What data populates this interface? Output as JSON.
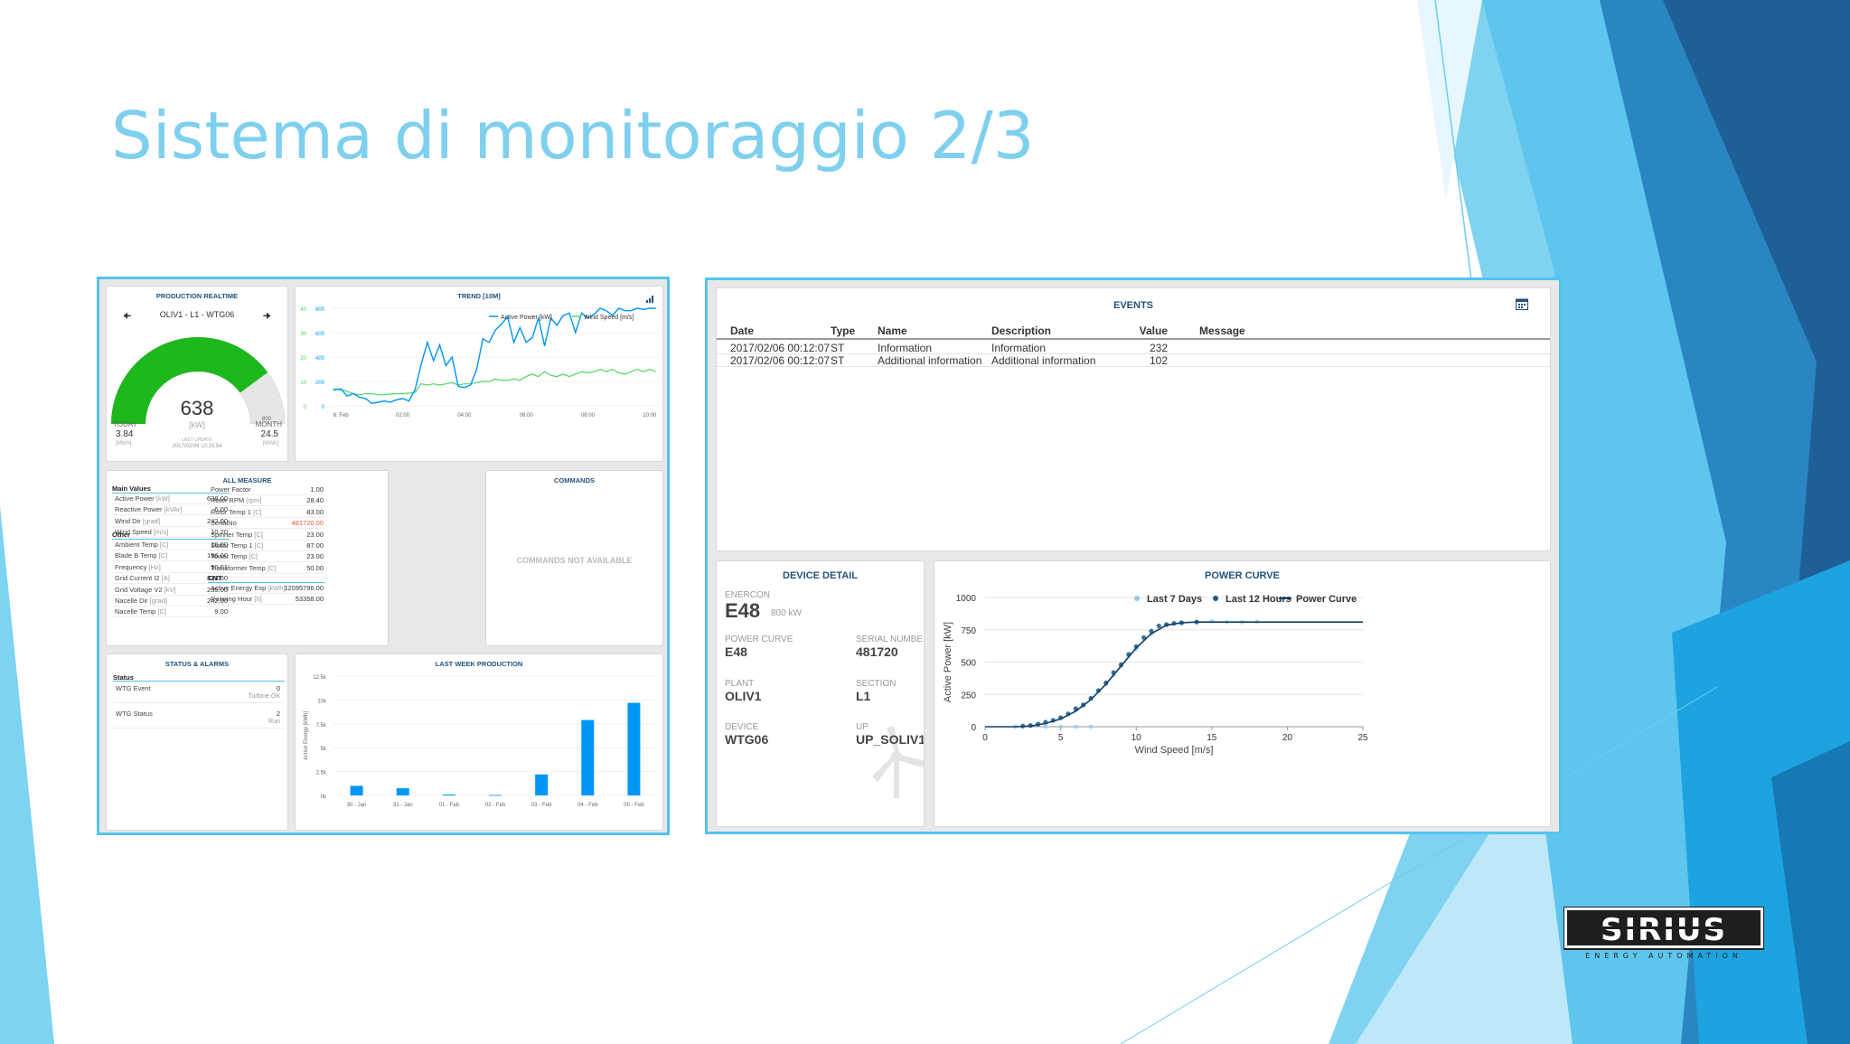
{
  "slide": {
    "title": "Sistema di monitoraggio 2/3"
  },
  "colors": {
    "title": "#7fd0ef",
    "frame": "#52c4ef",
    "panel_title": "#23527c",
    "gauge_fill": "#1cb81c",
    "series_power": "#0096f5",
    "series_wind": "#4cd864",
    "bar": "#0096f5",
    "alert": "#e8553d"
  },
  "left_dashboard": {
    "production_realtime": {
      "title": "PRODUCTION REALTIME",
      "device": "OLIV1 - L1 - WTG06",
      "prev_icon": "arrow-left-icon",
      "next_icon": "arrow-right-icon",
      "value": "638",
      "unit": "[kW]",
      "max": "800",
      "gauge_fraction": 0.7975,
      "today_label": "TODAY",
      "today_value": "3.84",
      "today_unit": "[MWh]",
      "month_label": "MONTH",
      "month_value": "24.5",
      "month_unit": "[MWh]",
      "last_update_label": "LAST UPDATE",
      "last_update": "2017/02/06 10:25:54"
    },
    "trend": {
      "title": "TREND [10M]",
      "icon": "bar-chart-icon",
      "legend_power": "Active Power [kW]",
      "legend_wind": "Wind Speed [m/s]",
      "left_ticks": [
        "40",
        "30",
        "20",
        "10",
        "0"
      ],
      "right_ticks": [
        "800",
        "600",
        "400",
        "200",
        "0"
      ],
      "x_ticks": [
        "6. Feb",
        "02:00",
        "04:00",
        "06:00",
        "08:00",
        "10:00"
      ]
    },
    "all_measure": {
      "title": "ALL MEASURE",
      "main_values_title": "Main Values",
      "main_values": [
        {
          "k": "Active Power",
          "u": "[kW]",
          "v": "638.00"
        },
        {
          "k": "Reactive Power",
          "u": "[kVAr]",
          "v": "-6.00"
        },
        {
          "k": "Wind Dir",
          "u": "[grad]",
          "v": "242.00"
        },
        {
          "k": "Wind Speed",
          "u": "[m/s]",
          "v": "10.20"
        }
      ],
      "other_title": "Other",
      "other": [
        {
          "k": "Ambient Temp",
          "u": "[C]",
          "v": "10.00"
        },
        {
          "k": "Blade B Temp",
          "u": "[C]",
          "v": "166.00"
        },
        {
          "k": "Frequency",
          "u": "[Hz]",
          "v": "50.01"
        },
        {
          "k": "Grid Current I2",
          "u": "[A]",
          "v": "813.00"
        },
        {
          "k": "Grid Voltage V2",
          "u": "[kV]",
          "v": "235.00"
        },
        {
          "k": "Nacelle Dir",
          "u": "[grad]",
          "v": "242.00"
        },
        {
          "k": "Nacelle Temp",
          "u": "[C]",
          "v": "9.00"
        }
      ],
      "col2": [
        {
          "k": "Power Factor",
          "u": "",
          "v": "1.00"
        },
        {
          "k": "Rotor RPM",
          "u": "[rpm]",
          "v": "28.40"
        },
        {
          "k": "Rotor Temp 1",
          "u": "[C]",
          "v": "83.00"
        },
        {
          "k": "SerialNo",
          "u": "",
          "v": "481720.00",
          "alert": true
        },
        {
          "k": "Spinner Temp",
          "u": "[C]",
          "v": "23.00"
        },
        {
          "k": "Stator Temp 1",
          "u": "[C]",
          "v": "87.00"
        },
        {
          "k": "Tower Temp",
          "u": "[C]",
          "v": "23.00"
        },
        {
          "k": "Transformer Temp",
          "u": "[C]",
          "v": "50.00"
        }
      ],
      "cnt_title": "CNT",
      "cnt": [
        {
          "k": "Active Energy Exp",
          "u": "[kWh]",
          "v": "12095796.00"
        },
        {
          "k": "Running Hour",
          "u": "[h]",
          "v": "53358.00"
        }
      ]
    },
    "commands": {
      "title": "COMMANDS",
      "empty_text": "COMMANDS NOT AVAILABLE"
    },
    "status_alarms": {
      "title": "STATUS & ALARMS",
      "section": "Status",
      "rows": [
        {
          "k": "WTG Event",
          "v": "0",
          "sub": "Turbine OK"
        },
        {
          "k": "WTG Status",
          "v": "2",
          "sub": "Run"
        }
      ]
    },
    "last_week": {
      "title": "LAST WEEK PRODUCTION",
      "ylabel": "Active Energy [kWh]",
      "y_ticks": [
        "12.5k",
        "10k",
        "7.5k",
        "5k",
        "2.5k",
        "0k"
      ]
    }
  },
  "right_dashboard": {
    "events": {
      "title": "EVENTS",
      "icon": "calendar-icon",
      "headers": [
        "Date",
        "Type",
        "Name",
        "Description",
        "Value",
        "Message"
      ],
      "rows": [
        [
          "2017/02/06 00:12:07",
          "ST",
          "Information",
          "Information",
          "232",
          ""
        ],
        [
          "2017/02/06 00:12:07",
          "ST",
          "Additional information",
          "Additional information",
          "102",
          ""
        ]
      ]
    },
    "device_detail": {
      "title": "DEVICE DETAIL",
      "brand": "ENERCON",
      "model": "E48",
      "rating": "800 kW",
      "power_curve_label": "POWER CURVE",
      "power_curve": "E48",
      "serial_label": "SERIAL NUMBER",
      "serial": "481720",
      "plant_label": "PLANT",
      "plant": "OLIV1",
      "section_label": "SECTION",
      "section": "L1",
      "device_label": "DEVICE",
      "device": "WTG06",
      "up_label": "UP",
      "up": "UP_SOLIV1",
      "watermark_icon": "wind-turbine-icon"
    },
    "power_curve": {
      "title": "POWER CURVE",
      "legend": [
        "Last 7 Days",
        "Last 12 Hours",
        "Power Curve"
      ]
    }
  },
  "logo": {
    "text": "SIRIUS",
    "tagline": "ENERGY AUTOMATION"
  },
  "chart_data": [
    {
      "type": "line",
      "title": "TREND [10M]",
      "xlabel": "",
      "ylabel": "",
      "x_ticks": [
        "6. Feb",
        "02:00",
        "04:00",
        "06:00",
        "08:00",
        "10:00"
      ],
      "x_hours": [
        -0.25,
        0.0,
        0.2,
        0.4,
        0.6,
        0.8,
        1.0,
        1.2,
        1.4,
        1.6,
        1.8,
        2.0,
        2.2,
        2.4,
        2.6,
        2.8,
        3.0,
        3.2,
        3.4,
        3.6,
        3.8,
        4.0,
        4.2,
        4.4,
        4.6,
        4.8,
        5.0,
        5.2,
        5.4,
        5.6,
        5.8,
        6.0,
        6.2,
        6.4,
        6.6,
        6.8,
        7.0,
        7.2,
        7.4,
        7.6,
        7.8,
        8.0,
        8.2,
        8.4,
        8.6,
        8.8,
        9.0,
        9.2,
        9.4,
        9.6,
        9.8,
        10.0,
        10.2
      ],
      "series": [
        {
          "name": "Active Power [kW]",
          "axis": "right",
          "ylim": [
            0,
            800
          ],
          "values": [
            130,
            140,
            80,
            100,
            70,
            60,
            20,
            30,
            40,
            30,
            50,
            60,
            40,
            130,
            340,
            520,
            370,
            500,
            330,
            400,
            160,
            150,
            170,
            300,
            550,
            520,
            620,
            670,
            730,
            520,
            640,
            520,
            560,
            720,
            490,
            720,
            660,
            740,
            760,
            600,
            760,
            720,
            750,
            800,
            780,
            740,
            800,
            780,
            780,
            800,
            790,
            800,
            800
          ]
        },
        {
          "name": "Wind Speed [m/s]",
          "axis": "left",
          "ylim": [
            0,
            40
          ],
          "values": [
            7,
            6.5,
            6,
            5,
            4.5,
            5,
            5,
            4.5,
            4.5,
            4.8,
            5,
            5,
            5.2,
            5.5,
            9,
            8.5,
            9,
            8.5,
            9,
            9.5,
            8.5,
            9,
            9,
            9.5,
            10,
            10,
            11,
            10.5,
            10.5,
            11,
            10.5,
            12,
            13,
            12,
            14,
            12.5,
            12,
            13,
            12,
            13,
            14,
            13.5,
            14,
            15,
            14,
            15,
            13.5,
            13,
            14,
            15,
            14,
            15,
            14
          ]
        }
      ]
    },
    {
      "type": "bar",
      "title": "LAST WEEK PRODUCTION",
      "xlabel": "",
      "ylabel": "Active Energy [kWh]",
      "ylim": [
        0,
        12500
      ],
      "categories": [
        "30 - Jan",
        "31 - Jan",
        "01 - Feb",
        "02 - Feb",
        "03 - Feb",
        "04 - Feb",
        "05 - Feb"
      ],
      "values": [
        1000,
        750,
        100,
        50,
        2200,
        7900,
        9700
      ]
    },
    {
      "type": "scatter",
      "title": "POWER CURVE",
      "xlabel": "Wind Speed [m/s]",
      "ylabel": "Active Power [kW]",
      "xlim": [
        0,
        25
      ],
      "ylim": [
        0,
        1000
      ],
      "x_ticks": [
        0,
        5,
        10,
        15,
        20,
        25
      ],
      "y_ticks": [
        0,
        250,
        500,
        750,
        1000
      ],
      "legend_position": "top-right",
      "series": [
        {
          "name": "Power Curve",
          "kind": "line",
          "x": [
            0,
            2,
            3,
            4,
            5,
            6,
            7,
            8,
            9,
            10,
            11,
            12,
            13,
            14,
            15,
            20,
            25
          ],
          "y": [
            0,
            0,
            5,
            25,
            60,
            120,
            210,
            330,
            470,
            610,
            720,
            785,
            805,
            810,
            810,
            810,
            810
          ]
        },
        {
          "name": "Last 12 Hours",
          "kind": "points",
          "x": [
            2.5,
            3,
            3.5,
            4,
            4.5,
            5,
            5.5,
            6,
            6.5,
            7,
            7.5,
            8,
            8.5,
            9,
            9.5,
            10,
            10.5,
            11,
            11.5,
            12,
            12.5,
            13,
            14
          ],
          "y": [
            5,
            10,
            20,
            35,
            50,
            70,
            100,
            140,
            170,
            220,
            280,
            340,
            420,
            480,
            560,
            620,
            690,
            740,
            780,
            790,
            800,
            805,
            810
          ]
        },
        {
          "name": "Last 7 Days",
          "kind": "points",
          "x": [
            2,
            3,
            4,
            5,
            6,
            6.5,
            7,
            7.5,
            8,
            8.5,
            9,
            9.5,
            10,
            11,
            12,
            13,
            14,
            15,
            16,
            17,
            18,
            4,
            5,
            6,
            7
          ],
          "y": [
            0,
            5,
            30,
            70,
            130,
            160,
            220,
            280,
            330,
            400,
            470,
            550,
            600,
            720,
            790,
            800,
            810,
            815,
            810,
            808,
            812,
            0,
            0,
            0,
            0
          ]
        }
      ]
    }
  ]
}
